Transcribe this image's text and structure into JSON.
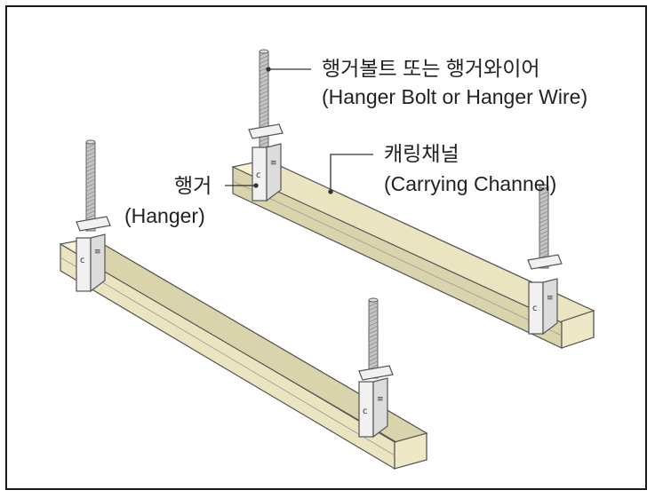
{
  "labels": {
    "hanger_bolt": {
      "korean": "행거볼트 또는 행거와이어",
      "english": "(Hanger Bolt or Hanger Wire)"
    },
    "carrying_channel": {
      "korean": "캐링채널",
      "english": "(Carrying Channel)"
    },
    "hanger": {
      "korean": "행거",
      "english": "(Hanger)"
    }
  },
  "colors": {
    "channel_top": "#f7f3d6",
    "channel_side": "#eae4c0",
    "channel_inner": "#dad4ad",
    "outline": "#555555",
    "bolt": "#b9b9b9",
    "hanger_plate": "#f1f1f1",
    "leader": "#333333"
  }
}
